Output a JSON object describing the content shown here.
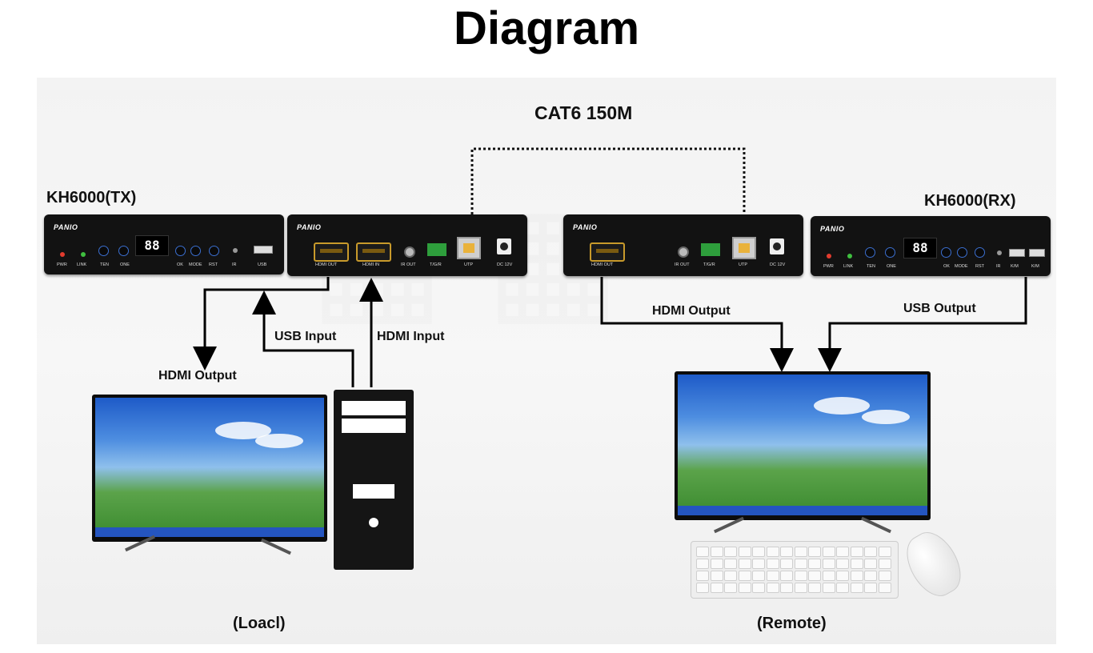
{
  "title": "Diagram",
  "cable_label": "CAT6 150M",
  "tx": {
    "name": "KH6000(TX)",
    "brand": "PANIO",
    "display": "88",
    "front_labels": {
      "pwr": "PWR",
      "link": "LINK",
      "ten": "TEN",
      "one": "ONE",
      "ok": "OK",
      "mode": "MODE",
      "rst": "RST",
      "ir": "IR",
      "usb": "USB"
    },
    "rear_labels": {
      "hdmi_out": "HDMI OUT",
      "hdmi_in": "HDMI IN",
      "ir_out": "IR OUT",
      "tgr": "T/G/R",
      "utp": "UTP",
      "dc": "DC 12V"
    }
  },
  "rx": {
    "name": "KH6000(RX)",
    "brand": "PANIO",
    "display": "88",
    "front_labels": {
      "pwr": "PWR",
      "link": "LINK",
      "ten": "TEN",
      "one": "ONE",
      "ok": "OK",
      "mode": "MODE",
      "rst": "RST",
      "ir": "IR",
      "km1": "K/M",
      "km2": "K/M"
    },
    "rear_labels": {
      "hdmi_out": "HDMI OUT",
      "ir_out": "IR OUT",
      "tgr": "T/G/R",
      "utp": "UTP",
      "dc": "DC 12V"
    }
  },
  "connections": {
    "local_hdmi_output": "HDMI Output",
    "usb_input": "USB Input",
    "hdmi_input": "HDMI Input",
    "remote_hdmi_output": "HDMI Output",
    "usb_output": "USB Output"
  },
  "sites": {
    "local": "(Loacl)",
    "remote": "(Remote)"
  },
  "colors": {
    "device": "#121212",
    "button_ring": "#3b6fd0",
    "hdmi_port": "#c89a2b",
    "led_red": "#e23b2e",
    "led_green": "#3fbf3f"
  }
}
